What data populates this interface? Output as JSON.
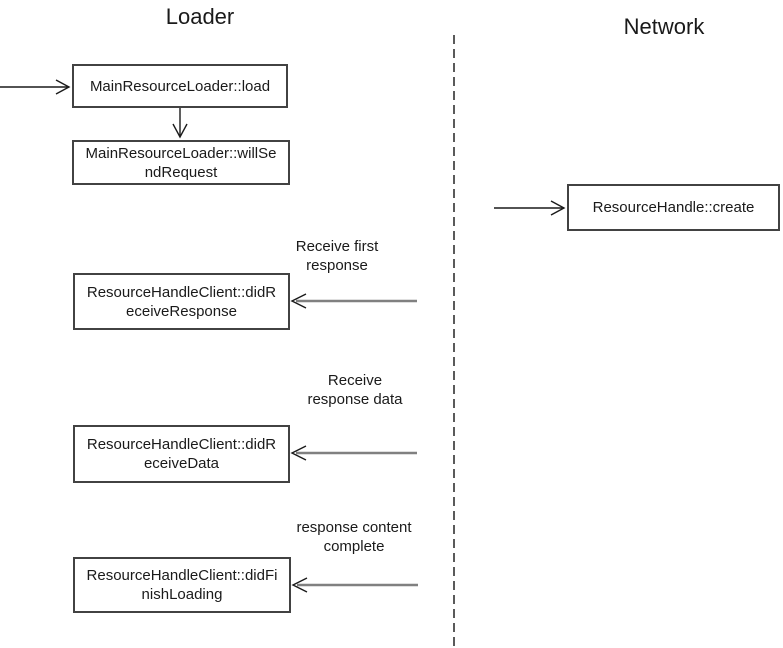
{
  "diagram": {
    "title_left": "Loader",
    "title_right": "Network",
    "boxes": [
      {
        "name": "main-resource-loader-load",
        "label": "MainResourceLoader::load"
      },
      {
        "name": "main-resource-loader-will-send-request",
        "label": "MainResourceLoader::willSe\nndRequest"
      },
      {
        "name": "resource-handle-client-did-receive-response",
        "label": "ResourceHandleClient::didR\neceiveResponse"
      },
      {
        "name": "resource-handle-client-did-receive-data",
        "label": "ResourceHandleClient::didR\neceiveData"
      },
      {
        "name": "resource-handle-client-did-finish-loading",
        "label": "ResourceHandleClient::didFi\nnishLoading"
      },
      {
        "name": "resource-handle-create",
        "label": "ResourceHandle::create"
      }
    ],
    "annotations": [
      {
        "text": "Receive first\nresponse"
      },
      {
        "text": "Receive\nresponse data"
      },
      {
        "text": "response content\ncomplete"
      }
    ],
    "colors": {
      "background": "#ffffff",
      "box_border": "#424242",
      "text": "#1a1a1a",
      "arrow": "#1a1a1a",
      "arrow_gray": "#808080",
      "divider": "#5a5a5a"
    }
  }
}
